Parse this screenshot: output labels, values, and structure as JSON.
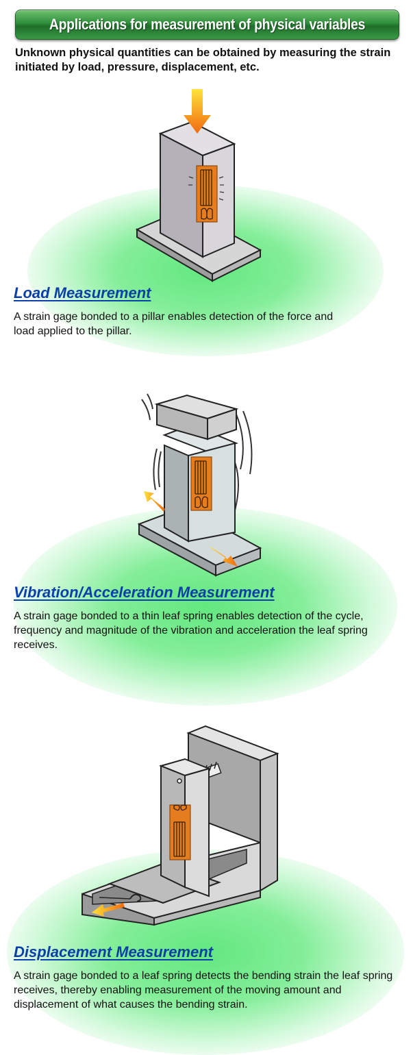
{
  "header": {
    "title": "Applications for measurement of physical variables"
  },
  "intro": "Unknown physical quantities can be obtained by measuring the strain initiated by load, pressure, displacement, etc.",
  "sections": [
    {
      "title": "Load Measurement",
      "body": "A strain gage bonded to a pillar enables detection of the force and load applied to the pillar.",
      "illustration": "pillar-with-strain-gage"
    },
    {
      "title": "Vibration/Acceleration Measurement",
      "body": "A strain gage bonded to a thin leaf spring enables detection of the cycle, frequency and magnitude of the vibration and acceleration the leaf spring receives.",
      "illustration": "leaf-spring-vibration"
    },
    {
      "title": "Displacement Measurement",
      "body": "A strain gage bonded to a leaf spring detects the bending strain the leaf spring receives, thereby enabling measurement of the moving amount and displacement of what causes the bending strain.",
      "illustration": "leaf-spring-displacement"
    }
  ],
  "colors": {
    "banner": "#2f8f3a",
    "title_blue": "#0a3fa8",
    "glow_green": "#5ae678",
    "gage_orange": "#e07a1a",
    "arrow_orange": "#f07a10"
  }
}
